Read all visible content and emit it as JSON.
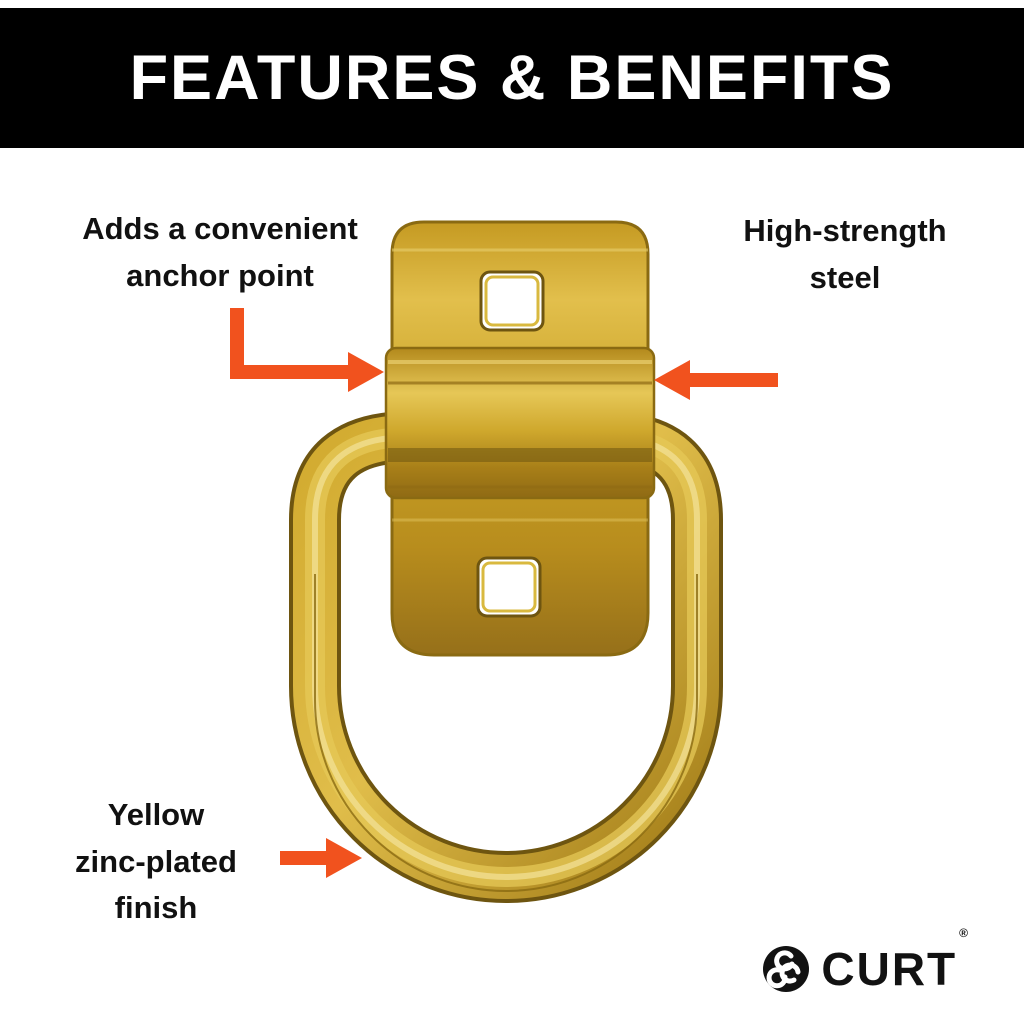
{
  "header": {
    "title": "FEATURES & BENEFITS"
  },
  "callouts": [
    {
      "id": "anchor-point",
      "label": "Adds a convenient\nanchor point"
    },
    {
      "id": "high-strength-steel",
      "label": "High-strength\nsteel"
    },
    {
      "id": "zinc-finish",
      "label": "Yellow\nzinc-plated\nfinish"
    }
  ],
  "brand": {
    "name": "CURT",
    "registered_mark": "®"
  },
  "colors": {
    "header_bg": "#000000",
    "accent_orange": "#F1521E",
    "gold_base": "#C9A227",
    "gold_highlight": "#E9CC5E",
    "gold_shadow": "#7A5C10"
  }
}
